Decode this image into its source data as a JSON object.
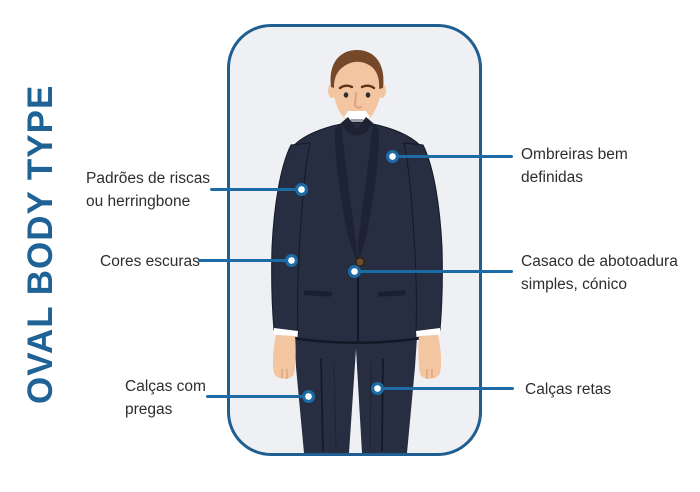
{
  "title": "OVAL BODY TYPE",
  "figure_icon": "man-in-dark-suit-illustration",
  "colors": {
    "page_bg": "#ffffff",
    "title_blue": "#1f6295",
    "frame_blue": "#1f5e90",
    "frame_fill": "#eef0f3",
    "accent": "#1d6ba6",
    "label_text": "#2d2d2d",
    "suit_navy": "#272e41"
  },
  "callouts": {
    "stripes": {
      "line1": "Padrões de riscas",
      "line2": "ou herringbone"
    },
    "dark_colors": {
      "line1": "Cores escuras",
      "line2": ""
    },
    "pleated_pants": {
      "line1": "Calças com",
      "line2": "pregas"
    },
    "shoulders": {
      "line1": "Ombreiras bem",
      "line2": "definidas"
    },
    "single_breasted": {
      "line1": "Casaco de abotoadura",
      "line2": "simples, cónico"
    },
    "straight_pants": {
      "line1": "Calças retas",
      "line2": ""
    }
  }
}
